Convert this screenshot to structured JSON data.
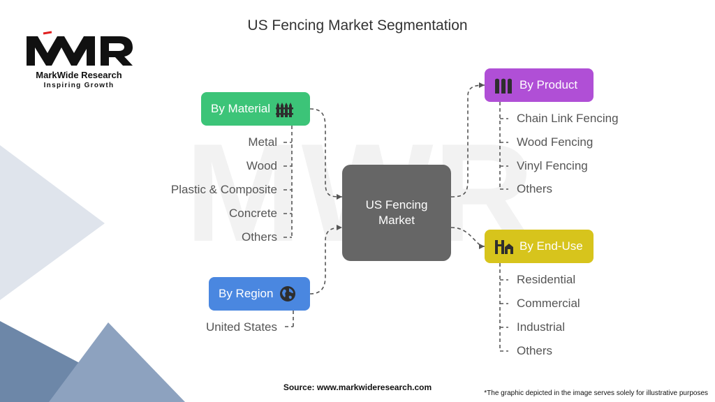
{
  "title": "US Fencing Market Segmentation",
  "logo": {
    "name": "MarkWide Research",
    "tagline": "Inspiring Growth",
    "mark": "MWR"
  },
  "center": {
    "line1": "US Fencing",
    "line2": "Market"
  },
  "segments": {
    "material": {
      "label": "By Material",
      "color": "#3cc478",
      "icon": "fence-icon",
      "items": [
        "Metal",
        "Wood",
        "Plastic & Composite",
        "Concrete",
        "Others"
      ]
    },
    "region": {
      "label": "By Region",
      "color": "#4a87e0",
      "icon": "globe-icon",
      "items": [
        "United States"
      ]
    },
    "product": {
      "label": "By Product",
      "color": "#b04fd6",
      "icon": "fence-panels-icon",
      "items": [
        "Chain Link Fencing",
        "Wood Fencing",
        "Vinyl Fencing",
        "Others"
      ]
    },
    "enduse": {
      "label": "By End-Use",
      "color": "#d7c41c",
      "icon": "buildings-icon",
      "items": [
        "Residential",
        "Commercial",
        "Industrial",
        "Others"
      ]
    }
  },
  "footer": {
    "source": "Source: www.markwideresearch.com",
    "note": "*The graphic depicted in the image serves solely for illustrative purposes"
  }
}
